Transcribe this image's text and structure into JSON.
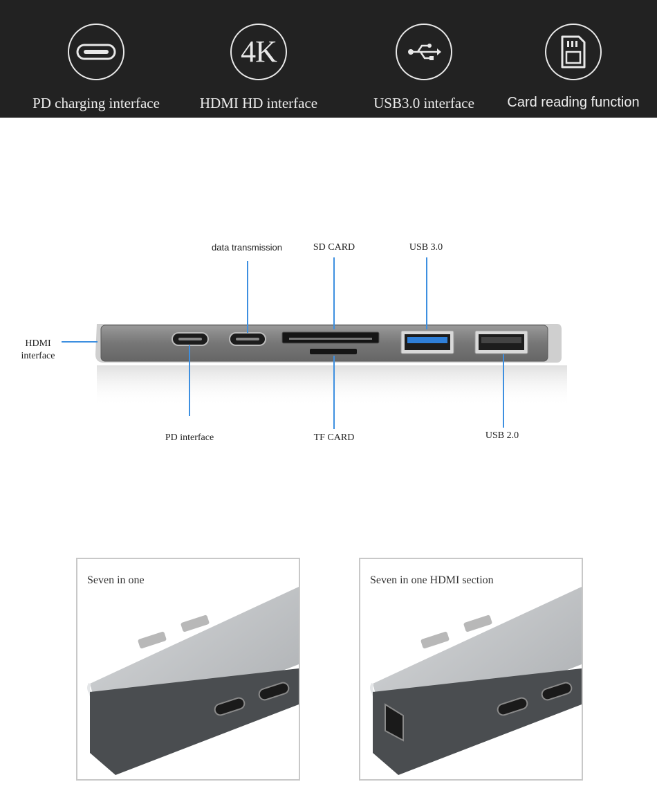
{
  "features": [
    {
      "label": "PD charging interface",
      "icon": "usb-c-port-icon"
    },
    {
      "label": "HDMI HD interface",
      "icon": "4k-icon",
      "icon_text": "4K"
    },
    {
      "label": "USB3.0 interface",
      "icon": "usb-trident-icon"
    },
    {
      "label": "Card reading function",
      "icon": "sd-card-icon"
    }
  ],
  "diagram": {
    "labels": {
      "hdmi_line1": "HDMI",
      "hdmi_line2": "interface",
      "data_transmission": "data transmission",
      "sd_card": "SD CARD",
      "usb30": "USB 3.0",
      "pd_interface": "PD interface",
      "tf_card": "TF CARD",
      "usb20": "USB 2.0"
    }
  },
  "panels": [
    {
      "caption": "Seven in one"
    },
    {
      "caption": "Seven in one HDMI section"
    }
  ],
  "colors": {
    "banner_bg": "#222222",
    "callout_line": "#3d8fe0",
    "usb3_blue": "#2f7fd8",
    "hub_gray": "#7b7b7b"
  }
}
